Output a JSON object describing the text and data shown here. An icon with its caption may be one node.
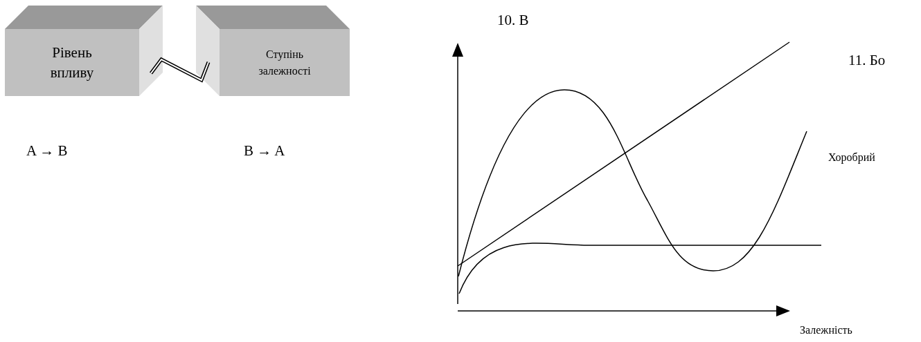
{
  "diagram": {
    "nodes": [
      {
        "text": [
          "Рівень впливу"
        ]
      },
      {
        "text": [
          "Ступінь залежності"
        ]
      }
    ],
    "edges": [
      {
        "from": 0,
        "to": 1,
        "arrow": "none"
      }
    ],
    "labels": [
      "A → B",
      "B → A",
      "10. В",
      "11. Бо",
      "Хоробрий",
      "Залежність"
    ]
  }
}
